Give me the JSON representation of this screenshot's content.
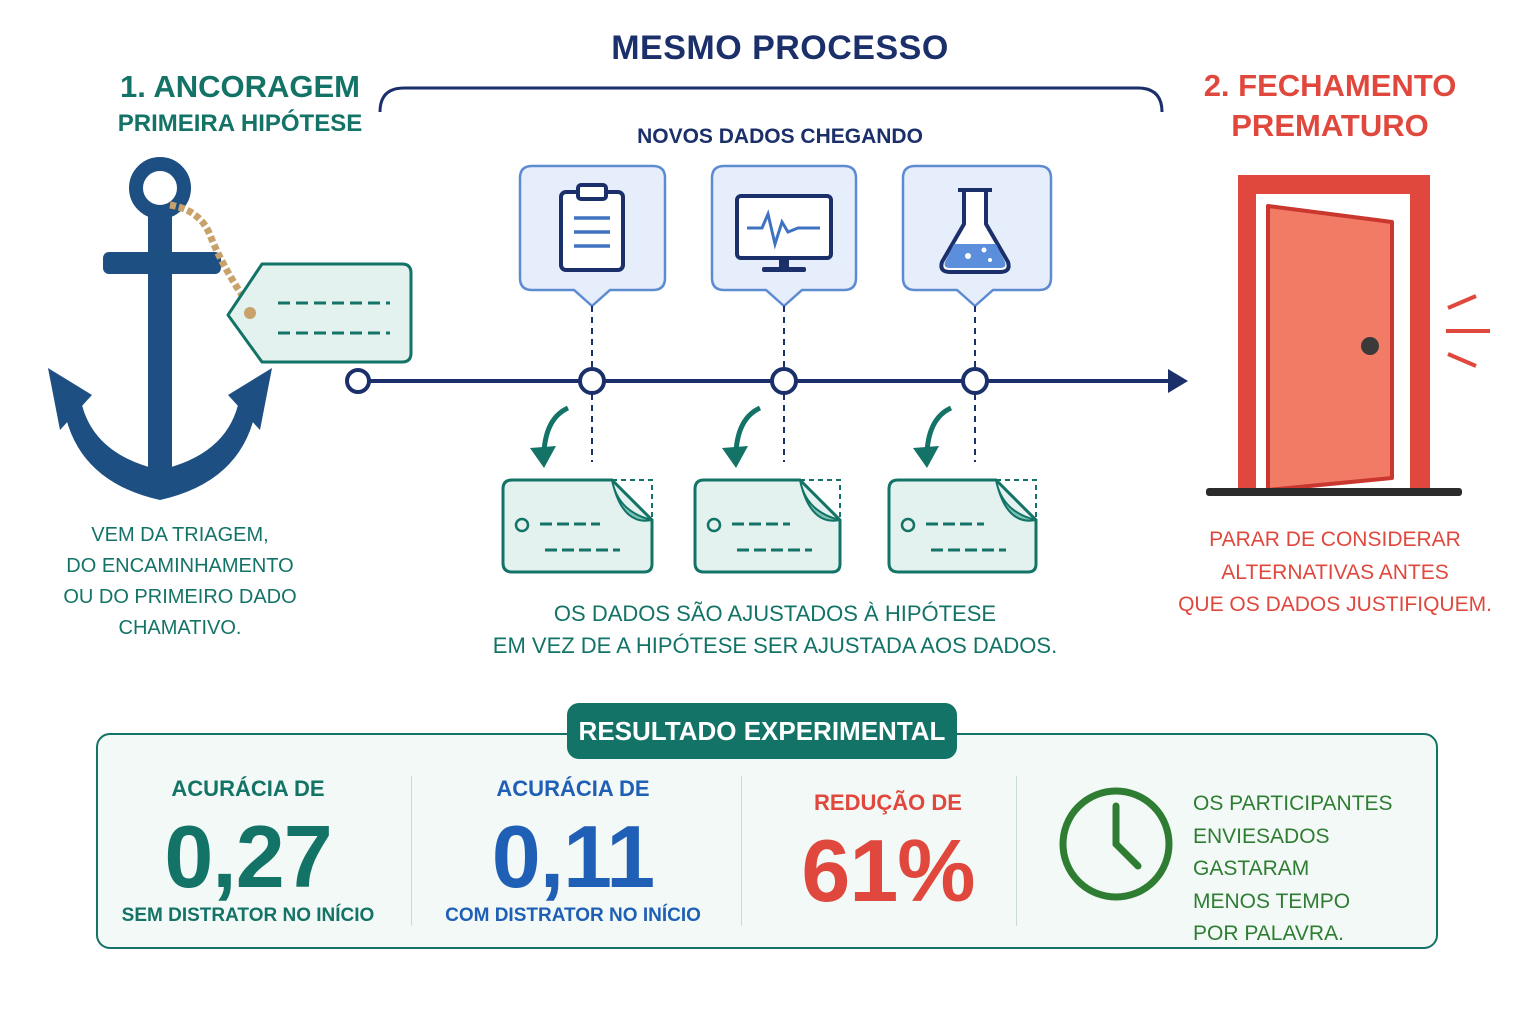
{
  "header": {
    "title": "MESMO PROCESSO"
  },
  "anchoring": {
    "title": "1. ANCORAGEM",
    "subtitle": "PRIMEIRA HIPÓTESE",
    "description": [
      "VEM DA TRIAGEM,",
      "DO ENCAMINHAMENTO",
      "OU DO PRIMEIRO DADO",
      "CHAMATIVO."
    ]
  },
  "closure": {
    "title": [
      "2. FECHAMENTO",
      "PREMATURO"
    ],
    "description": [
      "PARAR DE CONSIDERAR",
      "ALTERNATIVAS ANTES",
      "QUE OS DADOS JUSTIFIQUEM."
    ]
  },
  "timeline": {
    "new_data_label": "NOVOS DADOS CHEGANDO",
    "sources": [
      {
        "icon": "clipboard-icon"
      },
      {
        "icon": "monitor-icon"
      },
      {
        "icon": "flask-icon"
      }
    ],
    "conclusion": [
      "OS DADOS SÃO AJUSTADOS À HIPÓTESE",
      "EM VEZ DE A HIPÓTESE SER AJUSTADA AOS DADOS."
    ]
  },
  "results": {
    "badge": "RESULTADO EXPERIMENTAL",
    "stats": [
      {
        "label": "ACURÁCIA DE",
        "value": "0,27",
        "caption": "SEM DISTRATOR NO INÍCIO",
        "color": "#137367"
      },
      {
        "label": "ACURÁCIA DE",
        "value": "0,11",
        "caption": "COM DISTRATOR NO INÍCIO",
        "color": "#1f5fb5"
      },
      {
        "label": "REDUÇÃO DE",
        "value": "61%",
        "color": "#e0483e"
      }
    ],
    "time_note": [
      "OS PARTICIPANTES",
      "ENVIESADOS GASTARAM",
      "MENOS TEMPO",
      "POR PALAVRA."
    ]
  },
  "colors": {
    "navy": "#1b2f6b",
    "teal": "#137367",
    "red": "#e0483e",
    "blue": "#1f5fb5",
    "green": "#2f7d32"
  }
}
